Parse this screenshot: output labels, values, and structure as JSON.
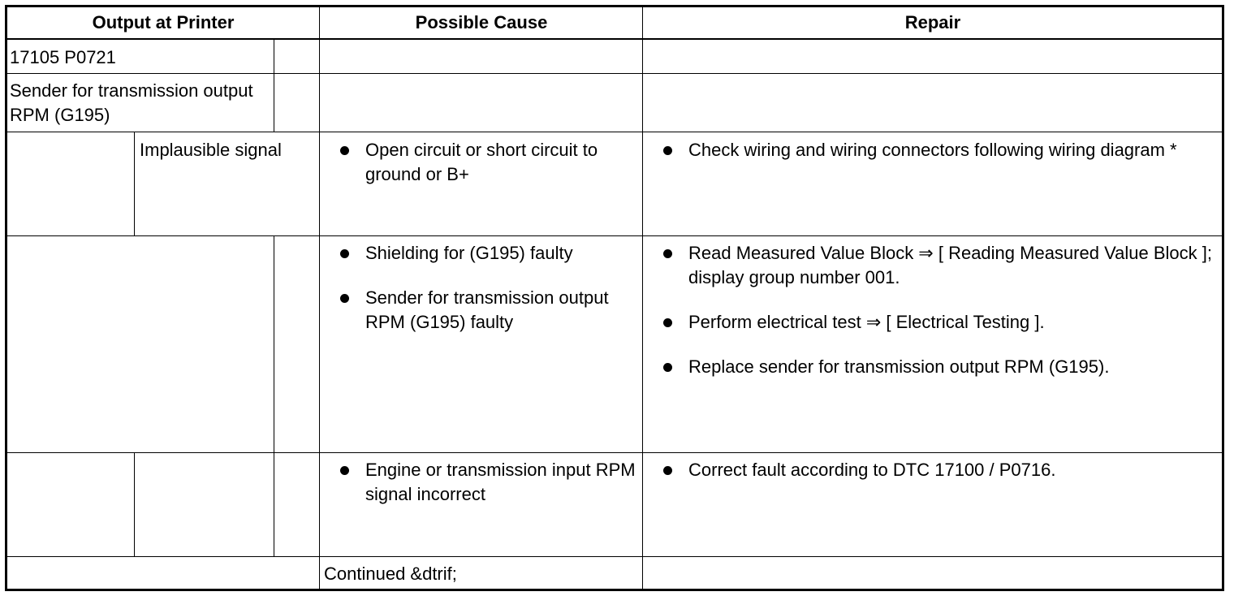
{
  "headers": {
    "output_at_printer": "Output at Printer",
    "possible_cause": "Possible Cause",
    "repair": "Repair"
  },
  "row_code": {
    "code": "17105 P0721"
  },
  "row_component": {
    "name": "Sender for transmission output RPM (G195)"
  },
  "row_implausible": {
    "fault_text": "Implausible signal",
    "causes": [
      "Open circuit or short circuit to ground or B+"
    ],
    "repairs": [
      "Check wiring and wiring connectors following wiring diagram *"
    ]
  },
  "row_shielding": {
    "causes": [
      "Shielding for (G195) faulty",
      "Sender for transmission output RPM (G195) faulty"
    ],
    "repairs": [
      "Read Measured Value Block ⇒ [ Reading Measured Value Block ]; display group number 001.",
      "Perform electrical test ⇒ [ Electrical Testing ].",
      "Replace sender for transmission output RPM (G195)."
    ]
  },
  "row_engine": {
    "causes": [
      "Engine or transmission input RPM signal incorrect"
    ],
    "repairs": [
      "Correct fault according to DTC 17100 / P0716."
    ]
  },
  "footer": {
    "continued": "Continued &dtrif;"
  }
}
